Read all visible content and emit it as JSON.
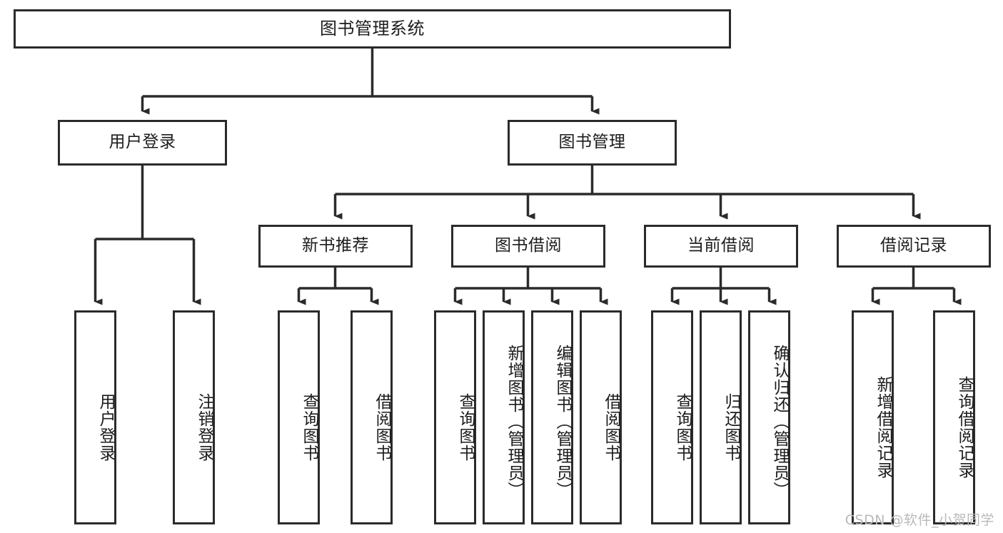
{
  "diagram": {
    "title": "图书管理系统",
    "type": "tree-structure-chart",
    "colors": {
      "node_border": "#2b2b2b",
      "node_fill": "#ffffff",
      "edge": "#2b2b2b",
      "canvas": "#ffffff",
      "watermark": "#b9b9b9"
    },
    "root": {
      "label": "图书管理系统"
    },
    "level2": [
      {
        "label": "用户登录"
      },
      {
        "label": "图书管理"
      }
    ],
    "level3": [
      {
        "label": "新书推荐"
      },
      {
        "label": "图书借阅"
      },
      {
        "label": "当前借阅"
      },
      {
        "label": "借阅记录"
      }
    ],
    "leaves": {
      "user_login": [
        {
          "label": "用户登录"
        },
        {
          "label": "注销登录"
        }
      ],
      "new_book_recommend": [
        {
          "label": "查询图书"
        },
        {
          "label": "借阅图书"
        }
      ],
      "book_borrow": [
        {
          "label": "查询图书"
        },
        {
          "label": "新增图书（管理员）"
        },
        {
          "label": "编辑图书（管理员）"
        },
        {
          "label": "借阅图书"
        }
      ],
      "current_borrow": [
        {
          "label": "查询图书"
        },
        {
          "label": "归还图书"
        },
        {
          "label": "确认归还（管理员）"
        }
      ],
      "borrow_record": [
        {
          "label": "新增借阅记录"
        },
        {
          "label": "查询借阅记录"
        }
      ]
    },
    "watermark": "CSDN @软件_小贺同学"
  }
}
